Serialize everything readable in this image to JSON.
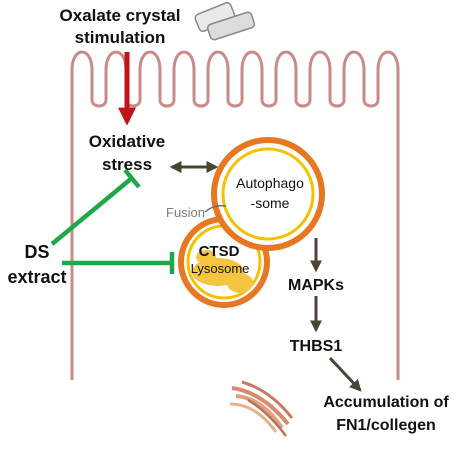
{
  "labels": {
    "stimulus_line1": "Oxalate crystal",
    "stimulus_line2": "stimulation",
    "oxidative_line1": "Oxidative",
    "oxidative_line2": "stress",
    "autophagosome_line1": "Autophago",
    "autophagosome_line2": "-some",
    "fusion": "Fusion",
    "ctsd": "CTSD",
    "lysosome": "Lysosome",
    "ds_line1": "DS",
    "ds_line2": "extract",
    "mapks": "MAPKs",
    "thbs1": "THBS1",
    "accum_line1": "Accumulation of",
    "accum_line2": "FN1/collegen"
  },
  "colors": {
    "cell_membrane": "#c98a88",
    "stimulus_arrow": "#c0141b",
    "pathway_arrow": "#4a4530",
    "inhibition": "#1fa84a",
    "autophagosome_outer": "#e87722",
    "autophagosome_inner": "#f2c200",
    "lysosome_fill": "#f5c542"
  },
  "icons": {
    "crystals": "oxalate-crystal-icon",
    "fibers": "collagen-fiber-icon"
  }
}
